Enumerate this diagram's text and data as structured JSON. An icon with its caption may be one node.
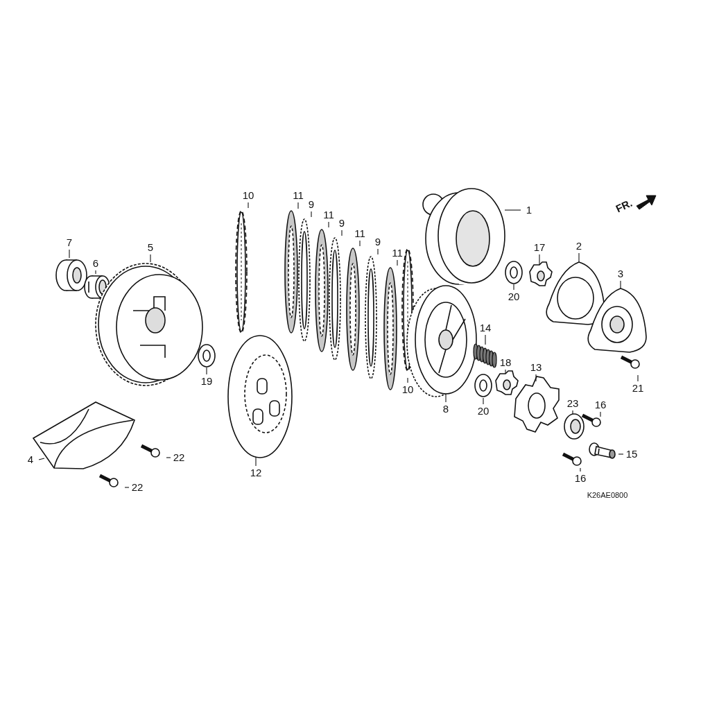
{
  "diagram": {
    "nodes": [
      {
        "text": [
          "10"
        ]
      },
      {
        "text": [
          "11"
        ]
      },
      {
        "text": [
          "9"
        ]
      },
      {
        "text": [
          "1"
        ]
      },
      {
        "text": [
          "11"
        ]
      },
      {
        "text": [
          "9"
        ]
      },
      {
        "text": [
          "11"
        ]
      },
      {
        "text": [
          "7"
        ]
      },
      {
        "text": [
          "2"
        ]
      },
      {
        "text": [
          "5"
        ]
      },
      {
        "text": [
          "17"
        ]
      },
      {
        "text": [
          "9"
        ]
      },
      {
        "text": [
          "11"
        ]
      },
      {
        "text": [
          "6"
        ]
      },
      {
        "text": [
          "3"
        ]
      },
      {
        "text": [
          "20"
        ]
      },
      {
        "text": [
          "14"
        ]
      },
      {
        "text": [
          "18"
        ]
      },
      {
        "text": [
          "13"
        ]
      },
      {
        "text": [
          "19"
        ]
      },
      {
        "text": [
          "21"
        ]
      },
      {
        "text": [
          "10"
        ]
      },
      {
        "text": [
          "23"
        ]
      },
      {
        "text": [
          "16"
        ]
      },
      {
        "text": [
          "8"
        ]
      },
      {
        "text": [
          "20"
        ]
      },
      {
        "text": [
          "22"
        ]
      },
      {
        "text": [
          "4"
        ]
      },
      {
        "text": [
          "12"
        ]
      },
      {
        "text": [
          "15"
        ]
      },
      {
        "text": [
          "16"
        ]
      },
      {
        "text": [
          "22"
        ]
      },
      {
        "text": [],
        "shape": "picture"
      },
      {
        "text": [],
        "shape": "picture"
      },
      {
        "text": [],
        "shape": "picture"
      },
      {
        "text": [],
        "shape": "picture"
      },
      {
        "text": [],
        "shape": "picture"
      },
      {
        "text": [],
        "shape": "picture"
      },
      {
        "text": [],
        "shape": "picture"
      },
      {
        "text": [],
        "shape": "picture"
      },
      {
        "text": [],
        "shape": "picture"
      },
      {
        "text": [],
        "shape": "picture"
      },
      {
        "text": [],
        "shape": "picture"
      },
      {
        "text": [],
        "shape": "picture"
      },
      {
        "text": [],
        "shape": "picture"
      },
      {
        "text": [],
        "shape": "cylinder"
      },
      {
        "text": [],
        "shape": "picture"
      },
      {
        "text": [],
        "shape": "picture"
      },
      {
        "text": [],
        "shape": "picture"
      },
      {
        "text": [],
        "shape": "picture"
      },
      {
        "text": [],
        "shape": "picture"
      },
      {
        "text": [],
        "shape": "picture"
      },
      {
        "text": [],
        "shape": "picture"
      },
      {
        "text": [],
        "shape": "picture"
      },
      {
        "text": [],
        "shape": "picture"
      },
      {
        "text": [],
        "shape": "picture"
      },
      {
        "text": [],
        "shape": "picture"
      },
      {
        "text": [],
        "shape": "picture"
      },
      {
        "text": [],
        "shape": "picture"
      },
      {
        "text": [],
        "shape": "picture"
      },
      {
        "text": [],
        "shape": "picture"
      },
      {
        "text": [],
        "shape": "picture"
      },
      {
        "text": [],
        "shape": "picture"
      },
      {
        "text": [],
        "shape": "picture"
      }
    ],
    "edges": [
      {
        "from": 0,
        "to": 32,
        "arrow": "none"
      },
      {
        "from": 1,
        "to": 33,
        "arrow": "none"
      },
      {
        "from": 2,
        "to": 34,
        "arrow": "none"
      },
      {
        "from": 3,
        "to": 35,
        "arrow": "none"
      },
      {
        "from": 4,
        "to": 36,
        "arrow": "none"
      },
      {
        "from": 5,
        "to": 37,
        "arrow": "none"
      },
      {
        "from": 6,
        "to": 38,
        "arrow": "none"
      },
      {
        "from": 7,
        "to": 39,
        "arrow": "none"
      },
      {
        "from": 8,
        "to": 40,
        "arrow": "none"
      },
      {
        "from": 9,
        "to": 41,
        "arrow": "none"
      },
      {
        "from": 10,
        "to": 42,
        "arrow": "none"
      },
      {
        "from": 11,
        "to": 43,
        "arrow": "none"
      },
      {
        "from": 12,
        "to": 44,
        "arrow": "none"
      },
      {
        "from": 13,
        "to": 45,
        "arrow": "none"
      },
      {
        "from": 14,
        "to": 46,
        "arrow": "none"
      },
      {
        "from": 15,
        "to": 47,
        "arrow": "none"
      },
      {
        "from": 16,
        "to": 48,
        "arrow": "none"
      },
      {
        "from": 17,
        "to": 49,
        "arrow": "none"
      },
      {
        "from": 18,
        "to": 50,
        "arrow": "none"
      },
      {
        "from": 19,
        "to": 51,
        "arrow": "none"
      },
      {
        "from": 20,
        "to": 52,
        "arrow": "none"
      },
      {
        "from": 21,
        "to": 53,
        "arrow": "none"
      },
      {
        "from": 22,
        "to": 54,
        "arrow": "none"
      },
      {
        "from": 23,
        "to": 55,
        "arrow": "none"
      },
      {
        "from": 24,
        "to": 56,
        "arrow": "none"
      },
      {
        "from": 25,
        "to": 57,
        "arrow": "none"
      },
      {
        "from": 26,
        "to": 58,
        "arrow": "none"
      },
      {
        "from": 27,
        "to": 59,
        "arrow": "none"
      },
      {
        "from": 28,
        "to": 60,
        "arrow": "none"
      },
      {
        "from": 29,
        "to": 61,
        "arrow": "none"
      },
      {
        "from": 30,
        "to": 62,
        "arrow": "none"
      },
      {
        "from": 31,
        "to": 63,
        "arrow": "none"
      }
    ],
    "labels": [
      "FR.",
      "K26AE0800"
    ]
  }
}
